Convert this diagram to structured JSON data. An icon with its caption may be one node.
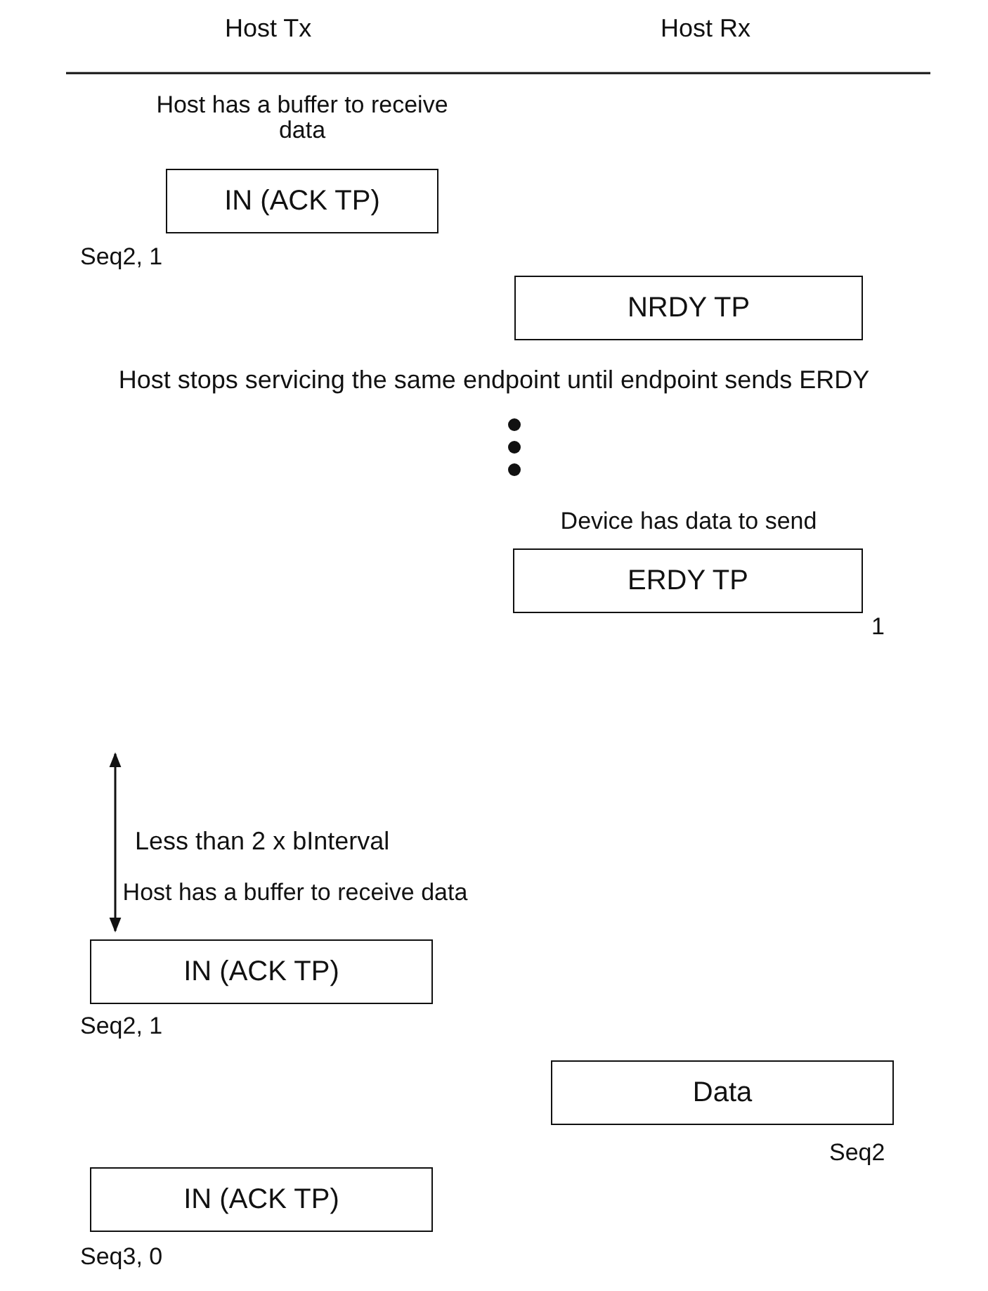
{
  "diagram": {
    "nodes": [
      {
        "text": [
          "Host has a buffer to receive data",
          "IN (ACK TP)"
        ],
        "beside": [
          "Seq2, 1"
        ]
      },
      {
        "text": [
          "NRDY TP"
        ]
      },
      {
        "text": [
          "Device has data to send",
          "ERDY TP"
        ],
        "beside": [
          "1"
        ]
      },
      {
        "text": [
          "Host has a buffer to receive data",
          "IN (ACK TP)"
        ],
        "beside": [
          "Seq2, 1"
        ]
      },
      {
        "text": [
          "Data"
        ],
        "beside": [
          "Seq2"
        ]
      },
      {
        "text": [
          "IN (ACK TP)"
        ],
        "beside": [
          "Seq3, 0"
        ]
      }
    ],
    "labels": [
      "Host Tx",
      "Host Rx",
      "Host stops servicing the same endpoint until endpoint sends ERDY",
      "Less than 2 x bInterval"
    ]
  }
}
